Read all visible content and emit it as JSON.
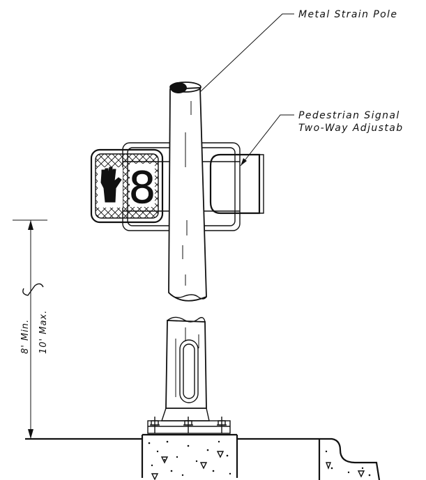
{
  "labels": {
    "pole": "Metal Strain Pole",
    "signal_line1": "Pedestrian Signal",
    "signal_line2": "Two-Way Adjustab"
  },
  "signal_display": {
    "countdown_digit": "8",
    "hand_icon": "hand-icon"
  },
  "dimension": {
    "min": "8' Min.",
    "max": "10' Max."
  }
}
